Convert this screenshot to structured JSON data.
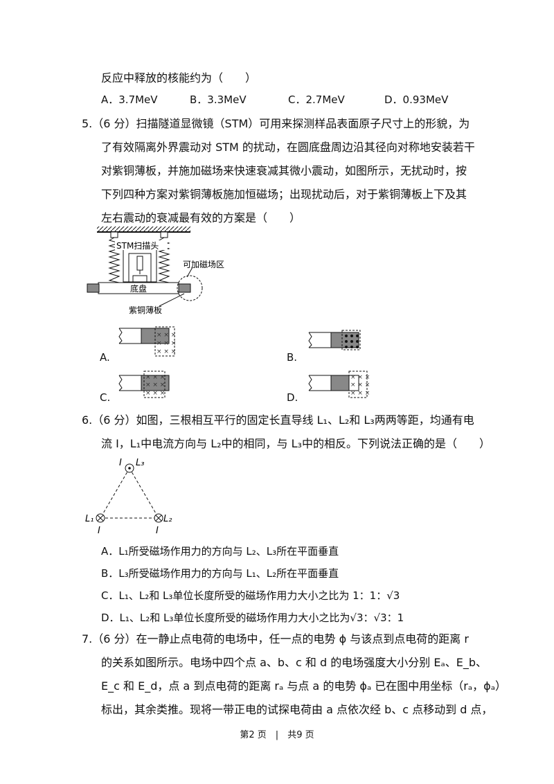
{
  "q4": {
    "tail": "反应中释放的核能约为（　　）",
    "options": [
      "A．3.7MeV",
      "B．3.3MeV",
      "C．2.7MeV",
      "D．0.93MeV"
    ]
  },
  "q5": {
    "lines": [
      "5.（6 分）扫描隧道显微镜（STM）可用来探测样品表面原子尺寸上的形貌，为",
      "了有效隔离外界震动对 STM 的扰动，在圆底盘周边沿其径向对称地安装若干",
      "对紫铜薄板，并施加磁场来快速衰减其微小震动，如图所示，无扰动时，按",
      "下列四种方案对紫铜薄板施加恒磁场；出现扰动后，对于紫铜薄板上下及其",
      "左右震动的衰减最有效的方案是（　　）"
    ],
    "figure_labels": {
      "stm_head": "STM扫描头",
      "magnet_area": "可加磁场区",
      "base": "底盘",
      "copper_plate": "紫铜薄板"
    },
    "option_labels": [
      "A.",
      "B.",
      "C.",
      "D."
    ]
  },
  "q6": {
    "lines": [
      "6.（6 分）如图，三根相互平行的固定长直导线 L₁、L₂和 L₃两两等距，均通有电",
      "流 I，L₁中电流方向与 L₂中的相同，与 L₃中的相反。下列说法正确的是（　　）"
    ],
    "figure_labels": {
      "top_I": "I",
      "top_L": "L₃",
      "left_L": "L₁",
      "left_I": "I",
      "right_L": "L₂",
      "right_I": "I"
    },
    "options": [
      "A．L₁所受磁场作用力的方向与 L₂、L₃所在平面垂直",
      "B．L₃所受磁场作用力的方向与 L₁、L₂所在平面垂直",
      "C．L₁、L₂和 L₃单位长度所受的磁场作用力大小之比为 1：1：√3",
      "D．L₁、L₂和 L₃单位长度所受的磁场作用力大小之比为√3：√3：1"
    ]
  },
  "q7": {
    "lines": [
      "7.（6 分）在一静止点电荷的电场中，任一点的电势 ϕ 与该点到点电荷的距离 r",
      "的关系如图所示。电场中四个点 a、b、c 和 d 的电场强度大小分别 Eₐ、E_b、",
      "E_c 和 E_d，点 a 到点电荷的距离 rₐ 与点 a 的电势 ϕₐ 已在图中用坐标（rₐ，ϕₐ）",
      "标出，其余类推。现将一带正电的试探电荷由 a 点依次经 b、c 点移动到 d 点，"
    ]
  },
  "footer": "第2 页　|　共9 页"
}
